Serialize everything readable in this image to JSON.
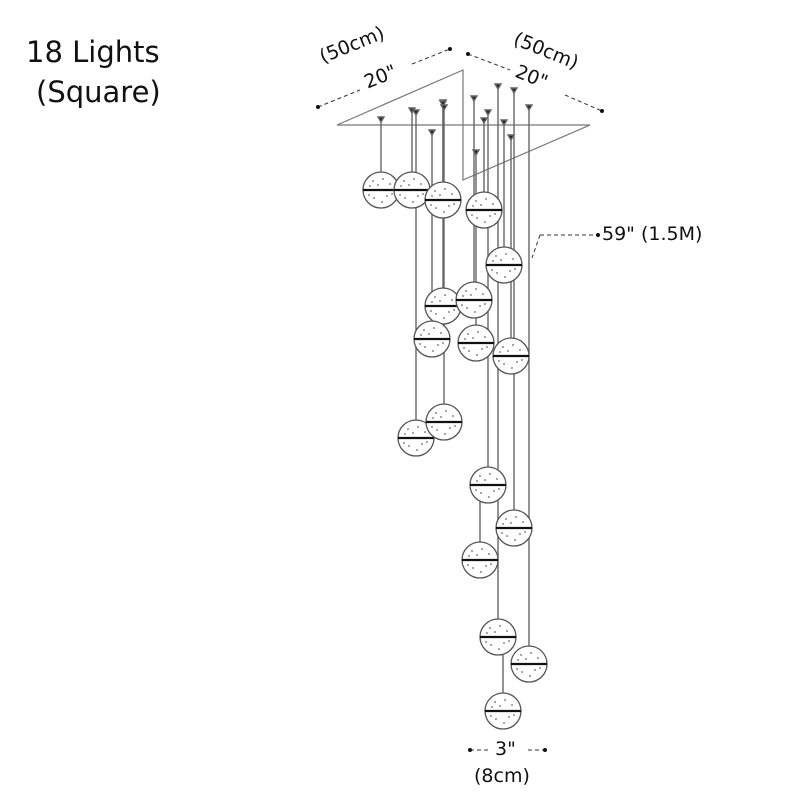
{
  "title": {
    "line1": "18 Lights",
    "line2": "(Square)"
  },
  "dimensions": {
    "left_width_in": "20\"",
    "left_width_cm": "(50cm)",
    "right_width_in": "20\"",
    "right_width_cm": "(50cm)",
    "height": "59\" (1.5M)",
    "ball_diameter_in": "3\"",
    "ball_diameter_cm": "(8cm)"
  },
  "colors": {
    "line": "#555555",
    "ink": "#111111"
  }
}
